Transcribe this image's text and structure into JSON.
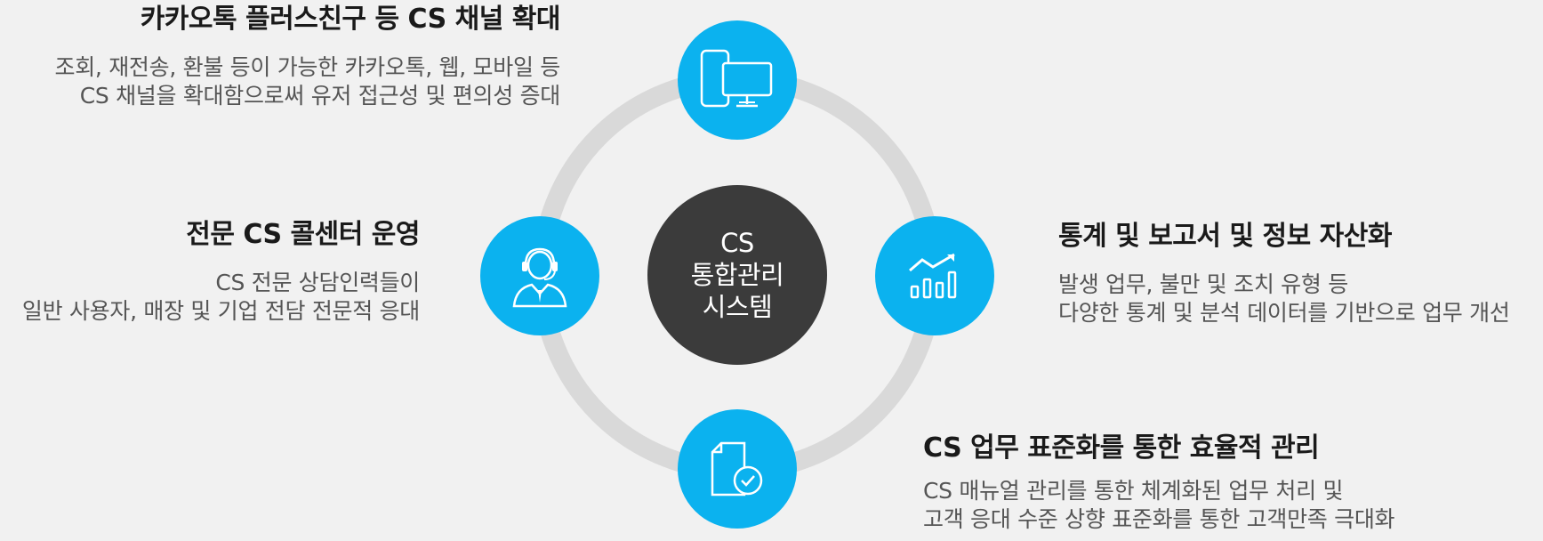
{
  "center": {
    "lines": [
      "CS",
      "통합관리",
      "시스템"
    ]
  },
  "nodes": {
    "top": {
      "icon": "devices-icon",
      "title": "카카오톡 플러스친구 등 CS 채널 확대",
      "desc": [
        "조회, 재전송, 환불 등이 가능한 카카오톡, 웹, 모바일 등",
        "CS 채널을 확대함으로써 유저 접근성 및 편의성 증대"
      ]
    },
    "left": {
      "icon": "headset-agent-icon",
      "title": "전문 CS 콜센터 운영",
      "desc": [
        "CS 전문 상담인력들이",
        "일반 사용자, 매장 및 기업 전담 전문적 응대"
      ]
    },
    "right": {
      "icon": "growth-chart-icon",
      "title": "통계 및 보고서 및 정보 자산화",
      "desc": [
        "발생 업무, 불만 및 조치 유형 등",
        "다양한 통계 및 분석 데이터를 기반으로 업무 개선"
      ]
    },
    "bottom": {
      "icon": "document-check-icon",
      "title": "CS 업무 표준화를 통한 효율적 관리",
      "desc": [
        "CS 매뉴얼 관리를 통한 체계화된 업무 처리 및",
        "고객 응대 수준 상향 표준화를 통한 고객만족 극대화"
      ]
    }
  },
  "colors": {
    "background": "#f1f1f1",
    "ring": "#d9d9d9",
    "node": "#0bb2ef",
    "center": "#3b3b3b",
    "title": "#1a1a1a",
    "desc": "#555555"
  }
}
